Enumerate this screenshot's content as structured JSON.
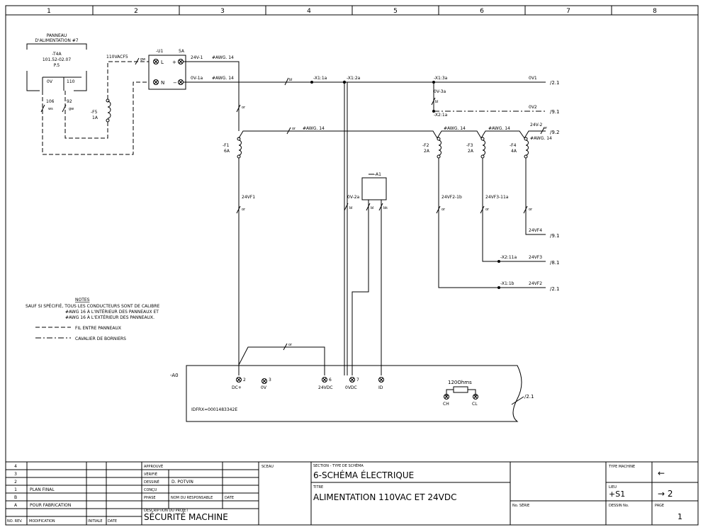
{
  "grid_columns": [
    "1",
    "2",
    "3",
    "4",
    "5",
    "6",
    "7",
    "8"
  ],
  "panel": {
    "title_line1": "PANNEAU",
    "title_line2": "D'ALIMENTATION #7",
    "tag": "-T4A",
    "ref1": "101.52-02.07",
    "ref2": "P.5",
    "term_0v": "0V",
    "term_110": "110",
    "wire_106": "106",
    "wire_92": "92",
    "ws": "ws",
    "gw": "gw"
  },
  "fuse_f5": {
    "tag": "-F5",
    "rating": "1A"
  },
  "feed": {
    "label": "110VACF5",
    "gw": "gw"
  },
  "psu": {
    "tag": "-U1",
    "rating": "5A",
    "l": "L",
    "n": "N",
    "plus": "+",
    "minus": "−"
  },
  "wires": {
    "w24v1": "24V-1",
    "w0v1a": "0V-1a",
    "awg14": "#AWG. 14",
    "bl": "bl",
    "or": "or",
    "bk": "bk",
    "x1_1a": "-X1:1a",
    "x1_2a": "-X1:2a",
    "x1_3a": "-X1:3a",
    "ov3a": "0V-3a",
    "x2_1a": "-X2:1a",
    "ov1": "0V1",
    "ov2": "0V2",
    "ref21": "/2.1",
    "ref91": "/9.1",
    "ref92": "/9.2",
    "ref81": "/8.1",
    "w24v2": "24V-2",
    "w24vf1": "24VF1",
    "w24vf2_1b": "24VF2-1b",
    "w24vf3_11a": "24VF3-11a",
    "w0v2a": "0V-2a",
    "w24vf4": "24VF4",
    "x2_11a": "-X2:11a",
    "w24vf3": "24VF3",
    "x1_1b": "-X1:1b",
    "w24vf2": "24VF2"
  },
  "fuses": [
    {
      "tag": "-F1",
      "rating": "6A"
    },
    {
      "tag": "-F2",
      "rating": "2A"
    },
    {
      "tag": "-F3",
      "rating": "2A"
    },
    {
      "tag": "-F4",
      "rating": "4A"
    }
  ],
  "module_a1": "-A1",
  "notes": {
    "title": "NOTES",
    "line1": "SAUF SI SPÉCIFIÉ, TOUS LES CONDUCTEURS SONT DE CALIBRE",
    "line2": "#AWG 16 À L'INTÉRIEUR DES PANNEAUX ET",
    "line3": "#AWG 16 À L'EXTÉRIEUR DES PANNEAUX.",
    "legend1": "FIL ENTRE PANNEAUX",
    "legend2": "CAVALIER DE BORNIERS"
  },
  "device_a0": {
    "tag": "-A0",
    "t2": "2",
    "dc_plus": "DC+",
    "t3": "3",
    "ov": "0V",
    "t6": "6",
    "v24": "24VDC",
    "t7": "7",
    "ovdc": "0VDC",
    "id": "ID",
    "resistor": "120Ohms",
    "ch": "CH",
    "cl": "CL",
    "ref": "/2.1",
    "idfrx": "IDFRX=0001483342E"
  },
  "title_block": {
    "revs": [
      {
        "no": "4",
        "mod": ""
      },
      {
        "no": "3",
        "mod": ""
      },
      {
        "no": "2",
        "mod": ""
      },
      {
        "no": "1",
        "mod": "PLAN FINAL"
      },
      {
        "no": "B",
        "mod": ""
      },
      {
        "no": "A",
        "mod": "POUR FABRICATION"
      }
    ],
    "hdr_no": "NO. REV.",
    "hdr_mod": "MODIFICATION",
    "hdr_init": "INITIALE",
    "hdr_date": "DATE",
    "approuve": "APPROUVÉ",
    "verifie": "VÉRIFIÉ",
    "dessine": "DESSINÉ",
    "dessine_val": "D. POTVIN",
    "concu": "CONÇU",
    "phase": "PHASE",
    "nom_resp": "NOM DU RESPONSABLE",
    "date": "DATE",
    "desc_proj": "DESCRIPTION DU PROJET",
    "projet": "SÉCURITÉ MACHINE",
    "sceau": "SCEAU",
    "section_lbl": "SECTION - TYPE DE SCHÉMA",
    "section": "6-SCHÉMA ÉLECTRIQUE",
    "titre_lbl": "TITRE",
    "titre": "ALIMENTATION 110VAC ET 24VDC",
    "no_serie": "No. SÉRIE",
    "type_machine": "TYPE MACHINE",
    "lieu": "LIEU",
    "lieu_val": "+S1",
    "dessin_no": "DESSIN No.",
    "page_lbl": "PAGE",
    "page_val": "1",
    "prev_arrow": "←",
    "next_arrow": "→ 2"
  }
}
